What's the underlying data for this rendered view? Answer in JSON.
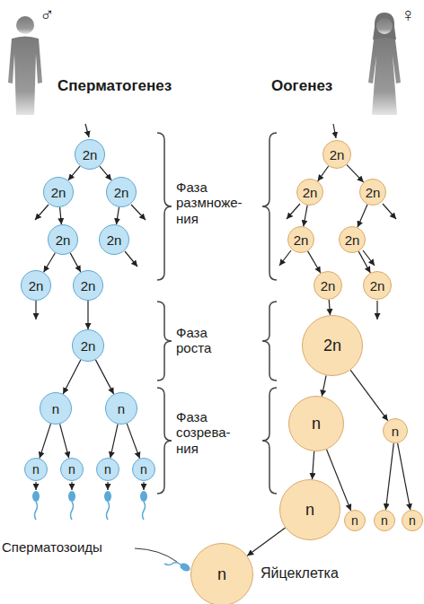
{
  "diagram": {
    "nodes": [
      {
        "text": [
          "2n"
        ]
      },
      {
        "text": [
          "2n"
        ]
      },
      {
        "text": [
          "2n"
        ]
      },
      {
        "text": [
          "2n"
        ]
      },
      {
        "text": [
          "2n"
        ]
      },
      {
        "text": [
          "2n"
        ]
      },
      {
        "text": [
          "2n"
        ]
      },
      {
        "text": [
          "2n"
        ]
      },
      {
        "text": [
          "n"
        ]
      },
      {
        "text": [
          "n"
        ]
      },
      {
        "text": [
          "n"
        ]
      },
      {
        "text": [
          "n"
        ]
      },
      {
        "text": [
          "n"
        ]
      },
      {
        "text": [
          "n"
        ]
      },
      {
        "text": [
          "2n"
        ]
      },
      {
        "text": [
          "2n"
        ]
      },
      {
        "text": [
          "2n"
        ]
      },
      {
        "text": [
          "2n"
        ]
      },
      {
        "text": [
          "2n"
        ]
      },
      {
        "text": [
          "2n"
        ]
      },
      {
        "text": [
          "2n"
        ]
      },
      {
        "text": [
          "2n"
        ]
      },
      {
        "text": [
          "n"
        ]
      },
      {
        "text": [
          "n"
        ]
      },
      {
        "text": [
          "n"
        ]
      },
      {
        "text": [
          "n"
        ]
      },
      {
        "text": [
          "n"
        ]
      },
      {
        "text": [
          "n"
        ]
      },
      {
        "text": [
          "n"
        ]
      }
    ],
    "edges": [
      {
        "from": 0,
        "to": 1,
        "arrow": "to"
      },
      {
        "from": 0,
        "to": 2,
        "arrow": "to"
      },
      {
        "from": 1,
        "to": 3,
        "arrow": "to"
      },
      {
        "from": 2,
        "to": 4,
        "arrow": "to"
      },
      {
        "from": 3,
        "to": 5,
        "arrow": "to"
      },
      {
        "from": 3,
        "to": 6,
        "arrow": "to"
      },
      {
        "from": 6,
        "to": 7,
        "arrow": "to"
      },
      {
        "from": 7,
        "to": 8,
        "arrow": "to"
      },
      {
        "from": 7,
        "to": 9,
        "arrow": "to"
      },
      {
        "from": 8,
        "to": 10,
        "arrow": "to"
      },
      {
        "from": 8,
        "to": 11,
        "arrow": "to"
      },
      {
        "from": 9,
        "to": 12,
        "arrow": "to"
      },
      {
        "from": 9,
        "to": 13,
        "arrow": "to"
      },
      {
        "from": 14,
        "to": 15,
        "arrow": "to"
      },
      {
        "from": 14,
        "to": 16,
        "arrow": "to"
      },
      {
        "from": 15,
        "to": 17,
        "arrow": "to"
      },
      {
        "from": 16,
        "to": 18,
        "arrow": "to"
      },
      {
        "from": 17,
        "to": 19,
        "arrow": "to"
      },
      {
        "from": 18,
        "to": 20,
        "arrow": "to"
      },
      {
        "from": 19,
        "to": 21,
        "arrow": "to"
      },
      {
        "from": 21,
        "to": 22,
        "arrow": "to"
      },
      {
        "from": 21,
        "to": 23,
        "arrow": "to"
      },
      {
        "from": 22,
        "to": 24,
        "arrow": "to"
      },
      {
        "from": 22,
        "to": 25,
        "arrow": "to"
      },
      {
        "from": 23,
        "to": 26,
        "arrow": "to"
      },
      {
        "from": 23,
        "to": 27,
        "arrow": "to"
      },
      {
        "from": 24,
        "to": 28,
        "arrow": "to"
      }
    ],
    "labels": [
      "♂",
      "Сперматогенез",
      "♀",
      "Оогенез",
      "Фаза размноже- ния",
      "Фаза роста",
      "Фаза созрева- ния",
      "Сперматозоиды",
      "Яйцеклетка"
    ]
  }
}
